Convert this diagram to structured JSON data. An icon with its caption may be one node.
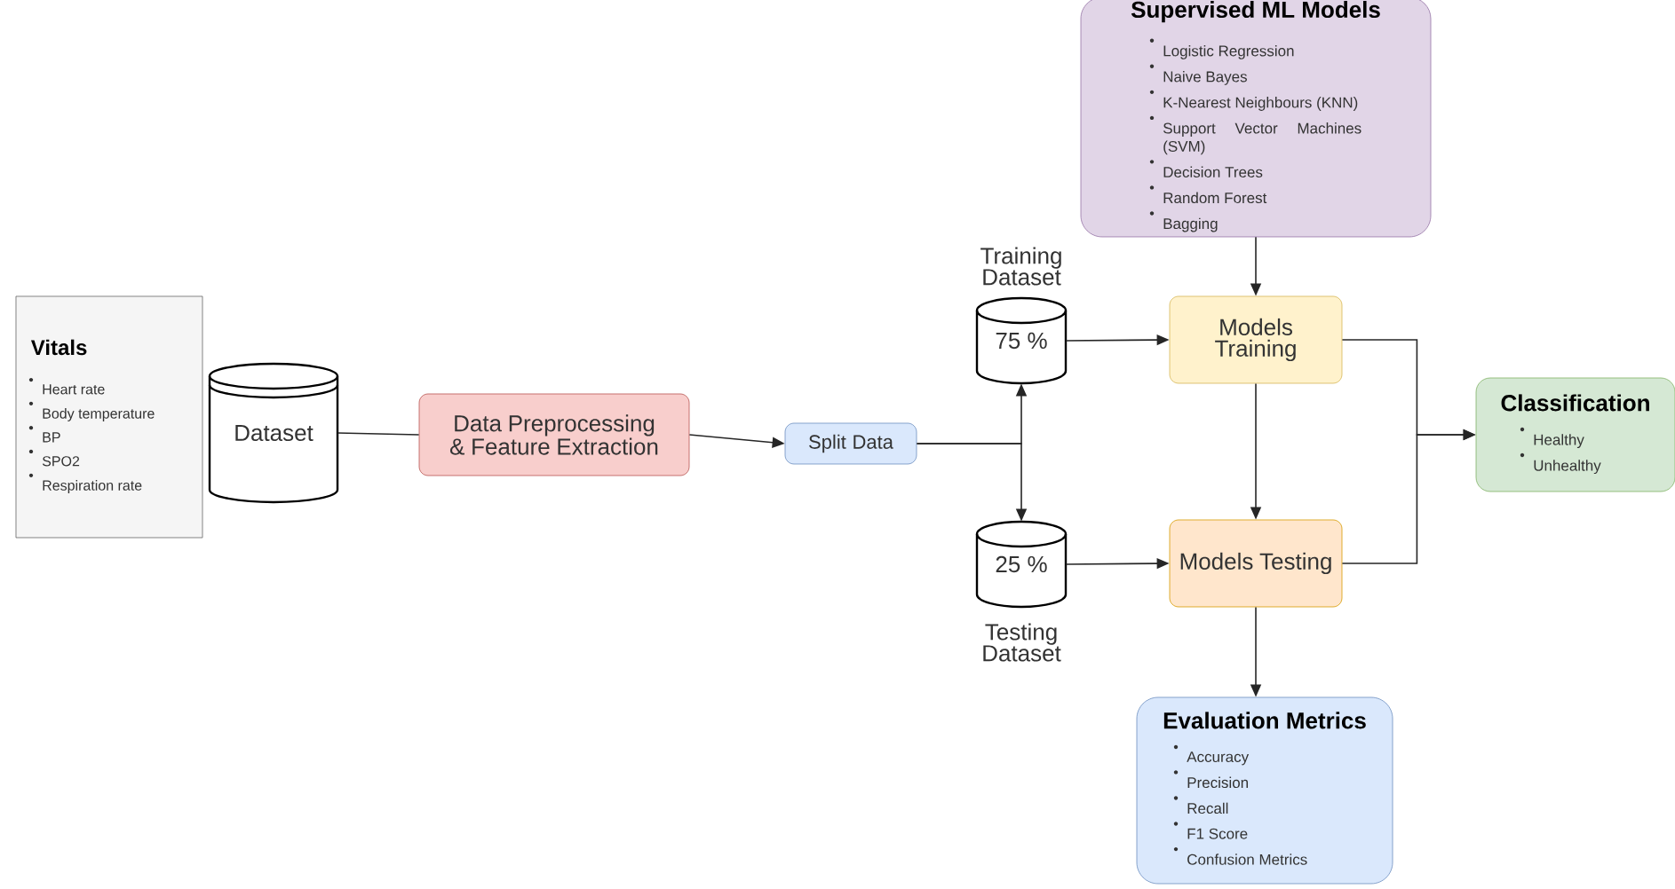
{
  "diagram": {
    "nodes": [
      {
        "text": [
          "Vitals",
          "Heart rate",
          "Body temperature",
          "BP",
          "SPO2",
          "Respiration rate"
        ]
      },
      {
        "text": [
          "Dataset"
        ]
      },
      {
        "text": [
          "Data Preprocessing & Feature Extraction"
        ]
      },
      {
        "text": [
          "Split Data"
        ]
      },
      {
        "text": [
          "75 %"
        ],
        "beside": [
          "Training Dataset"
        ]
      },
      {
        "text": [
          "25 %"
        ],
        "beside": [
          "Testing Dataset"
        ]
      },
      {
        "text": [
          "Supervised ML Models",
          "Logistic Regression",
          "Naive Bayes",
          "K-Nearest Neighbours (KNN)",
          "Support Vector Machines (SVM)",
          "Decision Trees",
          "Random Forest",
          "Bagging"
        ]
      },
      {
        "text": [
          "Models Training"
        ]
      },
      {
        "text": [
          "Models Testing"
        ]
      },
      {
        "text": [
          "Classification",
          "Healthy",
          "Unhealthy"
        ]
      },
      {
        "text": [
          "Evaluation Metrics",
          "Accuracy",
          "Precision",
          "Recall",
          "F1 Score",
          "Confusion Metrics"
        ]
      }
    ],
    "edges": [
      {
        "from": 1,
        "to": 2,
        "arrow": "none"
      },
      {
        "from": 2,
        "to": 3,
        "arrow": "to"
      },
      {
        "from": 3,
        "to": 4,
        "arrow": "to"
      },
      {
        "from": 3,
        "to": 5,
        "arrow": "to"
      },
      {
        "from": 4,
        "to": 7,
        "arrow": "to"
      },
      {
        "from": 5,
        "to": 8,
        "arrow": "to"
      },
      {
        "from": 6,
        "to": 7,
        "arrow": "to"
      },
      {
        "from": 7,
        "to": 8,
        "arrow": "to"
      },
      {
        "from": 7,
        "to": 9,
        "arrow": "to"
      },
      {
        "from": 8,
        "to": 9,
        "arrow": "to"
      },
      {
        "from": 8,
        "to": 10,
        "arrow": "to"
      }
    ]
  }
}
